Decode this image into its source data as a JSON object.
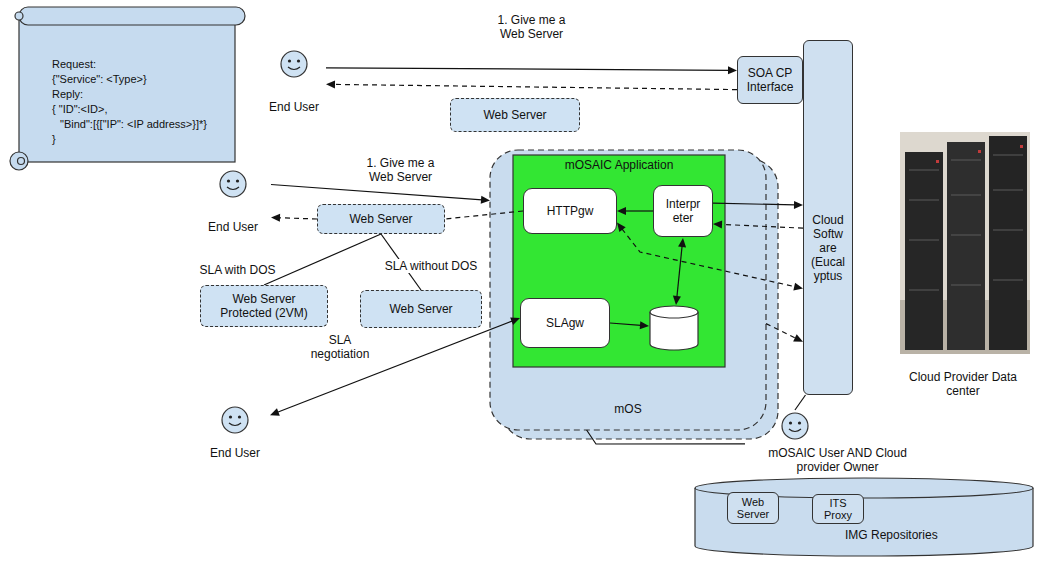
{
  "diagram": {
    "nodes": [
      {
        "text": [
          "Request:",
          "{\"Service\": <Type>}",
          "Reply:",
          "{ \"ID\":<ID>,",
          "\"Bind\":[{[\"IP\": <IP address>}]*}",
          "}"
        ]
      },
      {
        "text": [
          "End User"
        ]
      },
      {
        "text": [
          "SOA CP Interface"
        ]
      },
      {
        "text": [
          "Web Server"
        ]
      },
      {
        "text": [
          "End User"
        ]
      },
      {
        "text": [
          "Web Server"
        ]
      },
      {
        "text": [
          "Web Server Protected (2VM)"
        ]
      },
      {
        "text": [
          "Web Server"
        ]
      },
      {
        "text": [
          "mOS"
        ]
      },
      {
        "text": [
          "mOSAIC Application"
        ],
        "in": 8
      },
      {
        "text": [
          "HTTPgw"
        ],
        "in": 9
      },
      {
        "text": [
          "Interpr eter"
        ],
        "in": 9
      },
      {
        "text": [
          "SLAgw"
        ],
        "in": 9
      },
      {
        "text": [
          "Cloud Softw are (Eucal yptus"
        ]
      },
      {
        "text": [
          "Cloud Provider Data center"
        ]
      },
      {
        "text": [
          "End User"
        ]
      },
      {
        "text": [
          "mOSAIC User AND Cloud provider Owner"
        ]
      },
      {
        "text": [
          "IMG Repositories"
        ]
      },
      {
        "text": [
          "Web Server"
        ],
        "in": 17
      },
      {
        "text": [
          "ITS Proxy"
        ],
        "in": 17
      }
    ],
    "edges": [
      {
        "from": 1,
        "to": 2,
        "arrow": "to",
        "label": "1. Give me a Web Server"
      },
      {
        "from": 2,
        "to": 1,
        "arrow": "to"
      },
      {
        "from": 4,
        "to": 8,
        "arrow": "to",
        "label": "1. Give me a Web Server"
      },
      {
        "from": 10,
        "to": 5,
        "arrow": "none"
      },
      {
        "from": 5,
        "to": 4,
        "arrow": "to"
      },
      {
        "from": 5,
        "to": 6,
        "arrow": "none",
        "label": "SLA with DOS"
      },
      {
        "from": 5,
        "to": 7,
        "arrow": "none",
        "label": "SLA without DOS"
      },
      {
        "from": 12,
        "to": 15,
        "arrow": "both",
        "label": "SLA negotiation"
      },
      {
        "from": 11,
        "to": 10,
        "arrow": "to"
      },
      {
        "from": 11,
        "to": 13,
        "arrow": "to"
      },
      {
        "from": 13,
        "to": 11,
        "arrow": "to"
      },
      {
        "from": 10,
        "to": 13,
        "arrow": "both"
      },
      {
        "from": 8,
        "to": 13,
        "arrow": "to"
      },
      {
        "from": 8,
        "to": 16,
        "arrow": "none"
      },
      {
        "from": 13,
        "to": 16,
        "arrow": "none"
      }
    ]
  }
}
